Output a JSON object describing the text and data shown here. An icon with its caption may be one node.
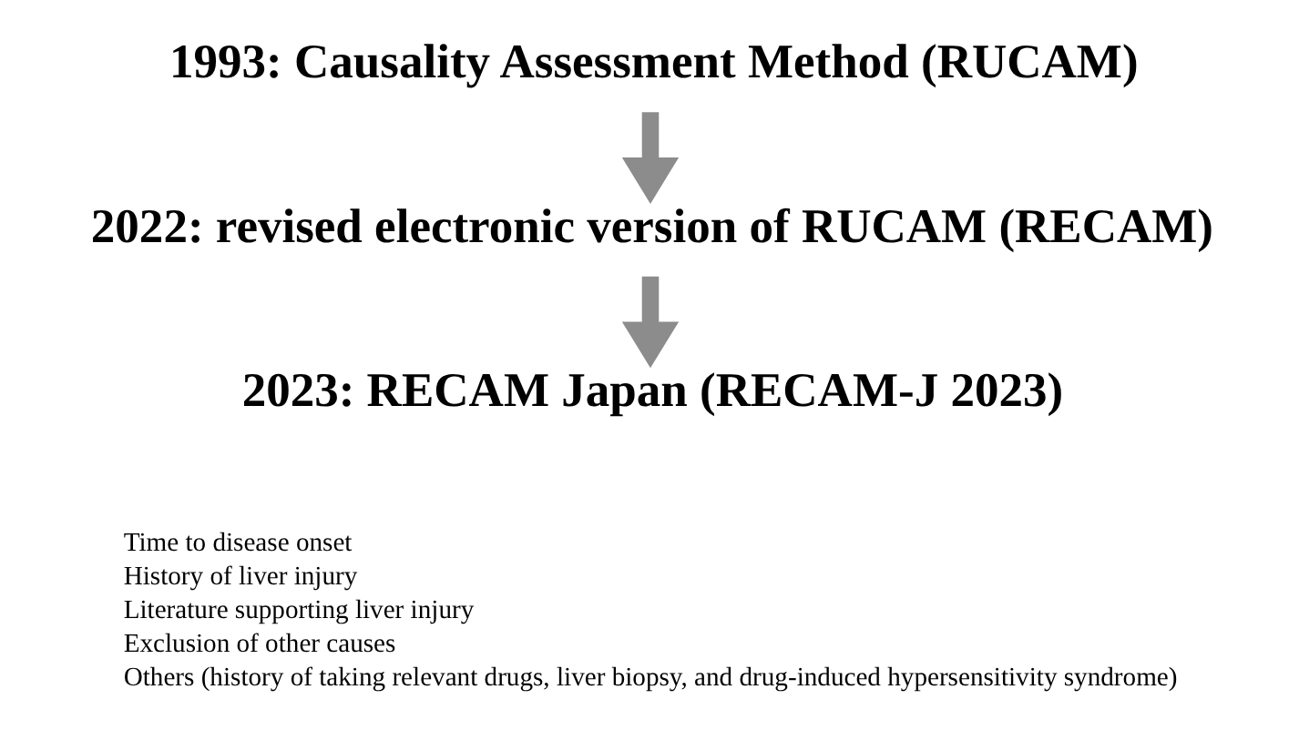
{
  "diagram": {
    "nodes": [
      {
        "text": [
          "1993: Causality Assessment Method (RUCAM)"
        ]
      },
      {
        "text": [
          "2022: revised electronic version of RUCAM (RECAM)"
        ]
      },
      {
        "text": [
          "2023: RECAM Japan (RECAM-J 2023)"
        ]
      }
    ],
    "edges": [
      {
        "from": 0,
        "to": 1,
        "arrow": "to"
      },
      {
        "from": 1,
        "to": 2,
        "arrow": "to"
      }
    ],
    "labels": [
      "Time to disease onset",
      "History of liver injury",
      "Literature supporting liver injury",
      "Exclusion of other causes",
      "Others (history of taking relevant drugs, liver biopsy, and drug-induced hypersensitivity syndrome)"
    ]
  }
}
